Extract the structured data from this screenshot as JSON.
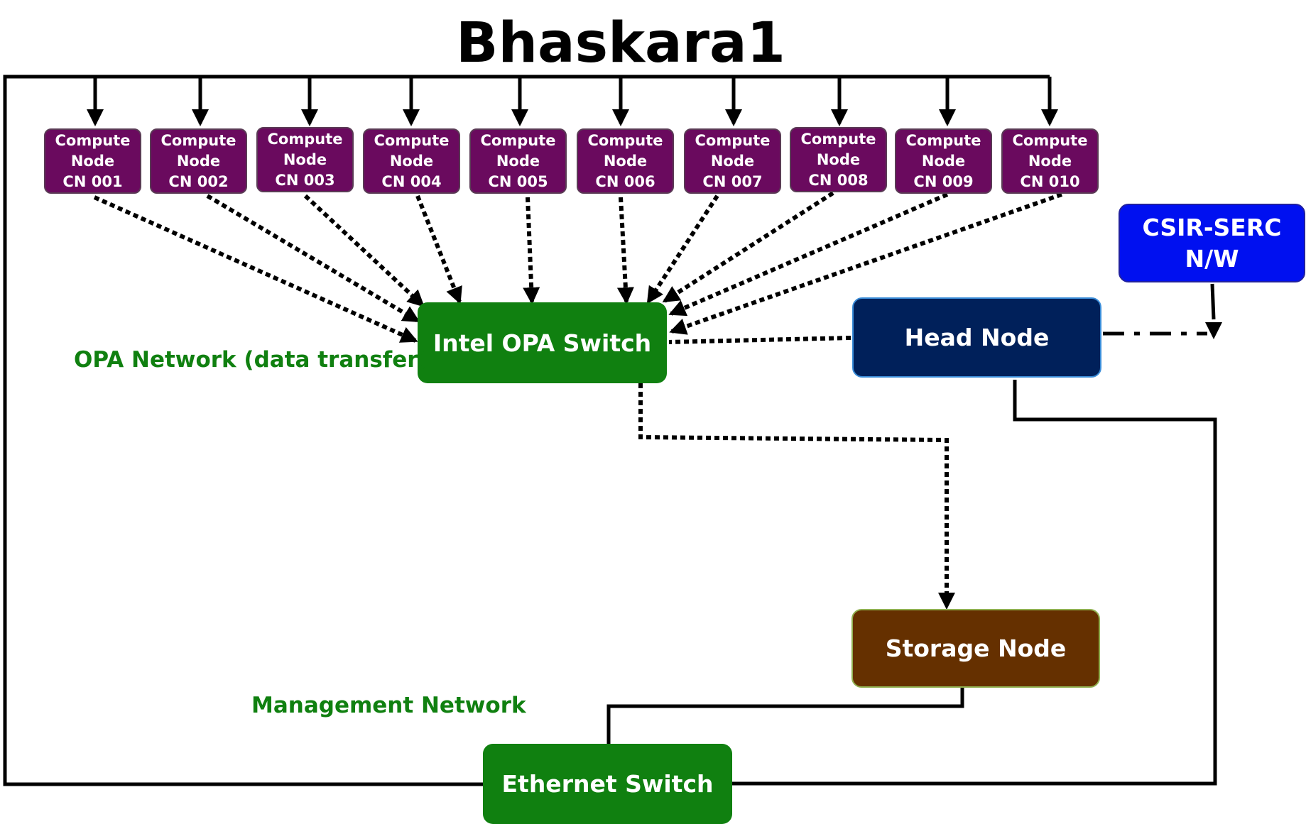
{
  "title": "Bhaskara1",
  "compute_nodes": [
    {
      "line1": "Compute",
      "line2": "Node",
      "line3": "CN 001"
    },
    {
      "line1": "Compute",
      "line2": "Node",
      "line3": "CN 002"
    },
    {
      "line1": "Compute",
      "line2": "Node",
      "line3": "CN 003"
    },
    {
      "line1": "Compute",
      "line2": "Node",
      "line3": "CN 004"
    },
    {
      "line1": "Compute",
      "line2": "Node",
      "line3": "CN 005"
    },
    {
      "line1": "Compute",
      "line2": "Node",
      "line3": "CN 006"
    },
    {
      "line1": "Compute",
      "line2": "Node",
      "line3": "CN 007"
    },
    {
      "line1": "Compute",
      "line2": "Node",
      "line3": "CN 008"
    },
    {
      "line1": "Compute",
      "line2": "Node",
      "line3": "CN 009"
    },
    {
      "line1": "Compute",
      "line2": "Node",
      "line3": "CN 010"
    }
  ],
  "opa_switch": "Intel OPA Switch",
  "head_node": "Head Node",
  "csir_serc": {
    "line1": "CSIR-SERC",
    "line2": "N/W"
  },
  "storage_node": "Storage Node",
  "ethernet_switch": "Ethernet Switch",
  "labels": {
    "opa_network": "OPA Network (data transfer)",
    "management_network": "Management Network"
  },
  "colors": {
    "compute_node": "#6a0a5e",
    "opa_switch": "#108010",
    "head_node": "#00205a",
    "csir_serc": "#0010f0",
    "storage_node": "#653000",
    "ethernet_switch": "#108010",
    "label_green": "#108010"
  }
}
